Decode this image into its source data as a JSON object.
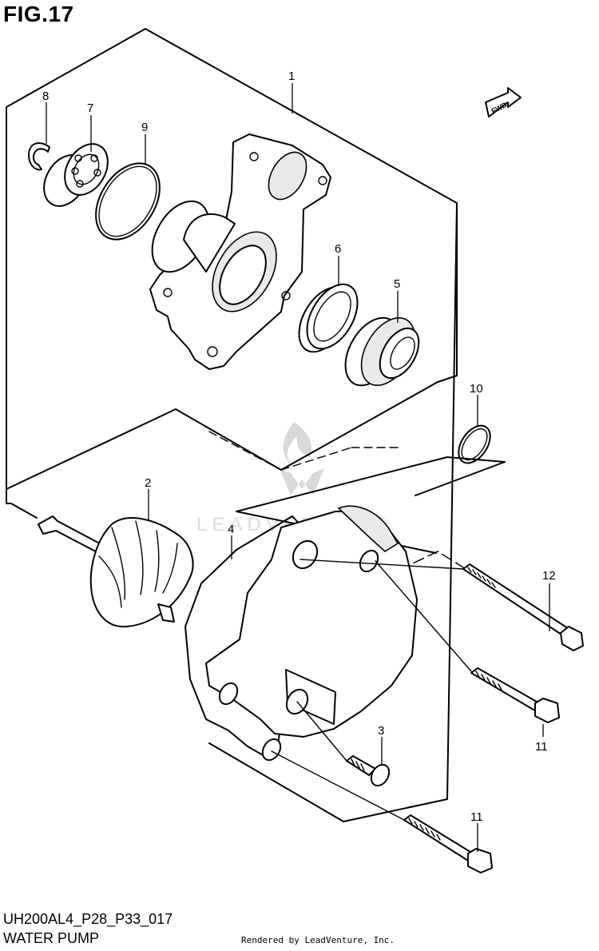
{
  "figure": {
    "title": "FIG.17",
    "model_code": "UH200AL4_P28_P33_017",
    "section_name": "WATER PUMP",
    "render_credit": "Rendered by LeadVenture, Inc.",
    "fwd_marker": "FWD"
  },
  "watermark": {
    "text": "LEADVENTURE",
    "icon": "flame-logo-icon"
  },
  "callouts": [
    {
      "id": "1",
      "label": "1"
    },
    {
      "id": "2",
      "label": "2"
    },
    {
      "id": "3",
      "label": "3"
    },
    {
      "id": "4",
      "label": "4"
    },
    {
      "id": "5",
      "label": "5"
    },
    {
      "id": "6",
      "label": "6"
    },
    {
      "id": "7",
      "label": "7"
    },
    {
      "id": "8",
      "label": "8"
    },
    {
      "id": "9",
      "label": "9"
    },
    {
      "id": "10",
      "label": "10"
    },
    {
      "id": "11a",
      "label": "11"
    },
    {
      "id": "11b",
      "label": "11"
    },
    {
      "id": "12",
      "label": "12"
    }
  ],
  "colors": {
    "ink": "#000000",
    "background": "#ffffff",
    "watermark": "#dcdcdc"
  }
}
